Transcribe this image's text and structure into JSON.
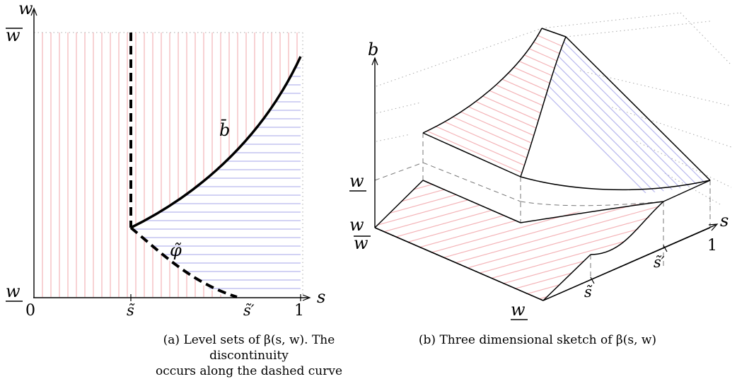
{
  "left": {
    "axis_y": "w",
    "axis_x": "s",
    "w_top": "w",
    "w_bottom": "w",
    "zero": "0",
    "one": "1",
    "s_tilde": "s̃",
    "s_tilde_prime": "s̃′",
    "b_bar": "b̄",
    "phi_tilde": "φ̃",
    "caption_line1": "(a) Level sets of β(s, w). The discontinuity",
    "caption_line2": "occurs along the dashed curve"
  },
  "right": {
    "axis_b": "b",
    "axis_s": "s",
    "axis_w": "w",
    "w_top_label": "w",
    "w_mid_label": "w",
    "w_bottom_label": "w",
    "one": "1",
    "s_tilde": "s̃",
    "s_tilde_prime": "s̃′",
    "caption": "(b) Three dimensional sketch of β(s, w)"
  },
  "colors": {
    "pink": "#f4b4b8",
    "blue": "#b8b8ee",
    "grid_dots": "#aaaaaa",
    "dash_gray": "#777777"
  }
}
